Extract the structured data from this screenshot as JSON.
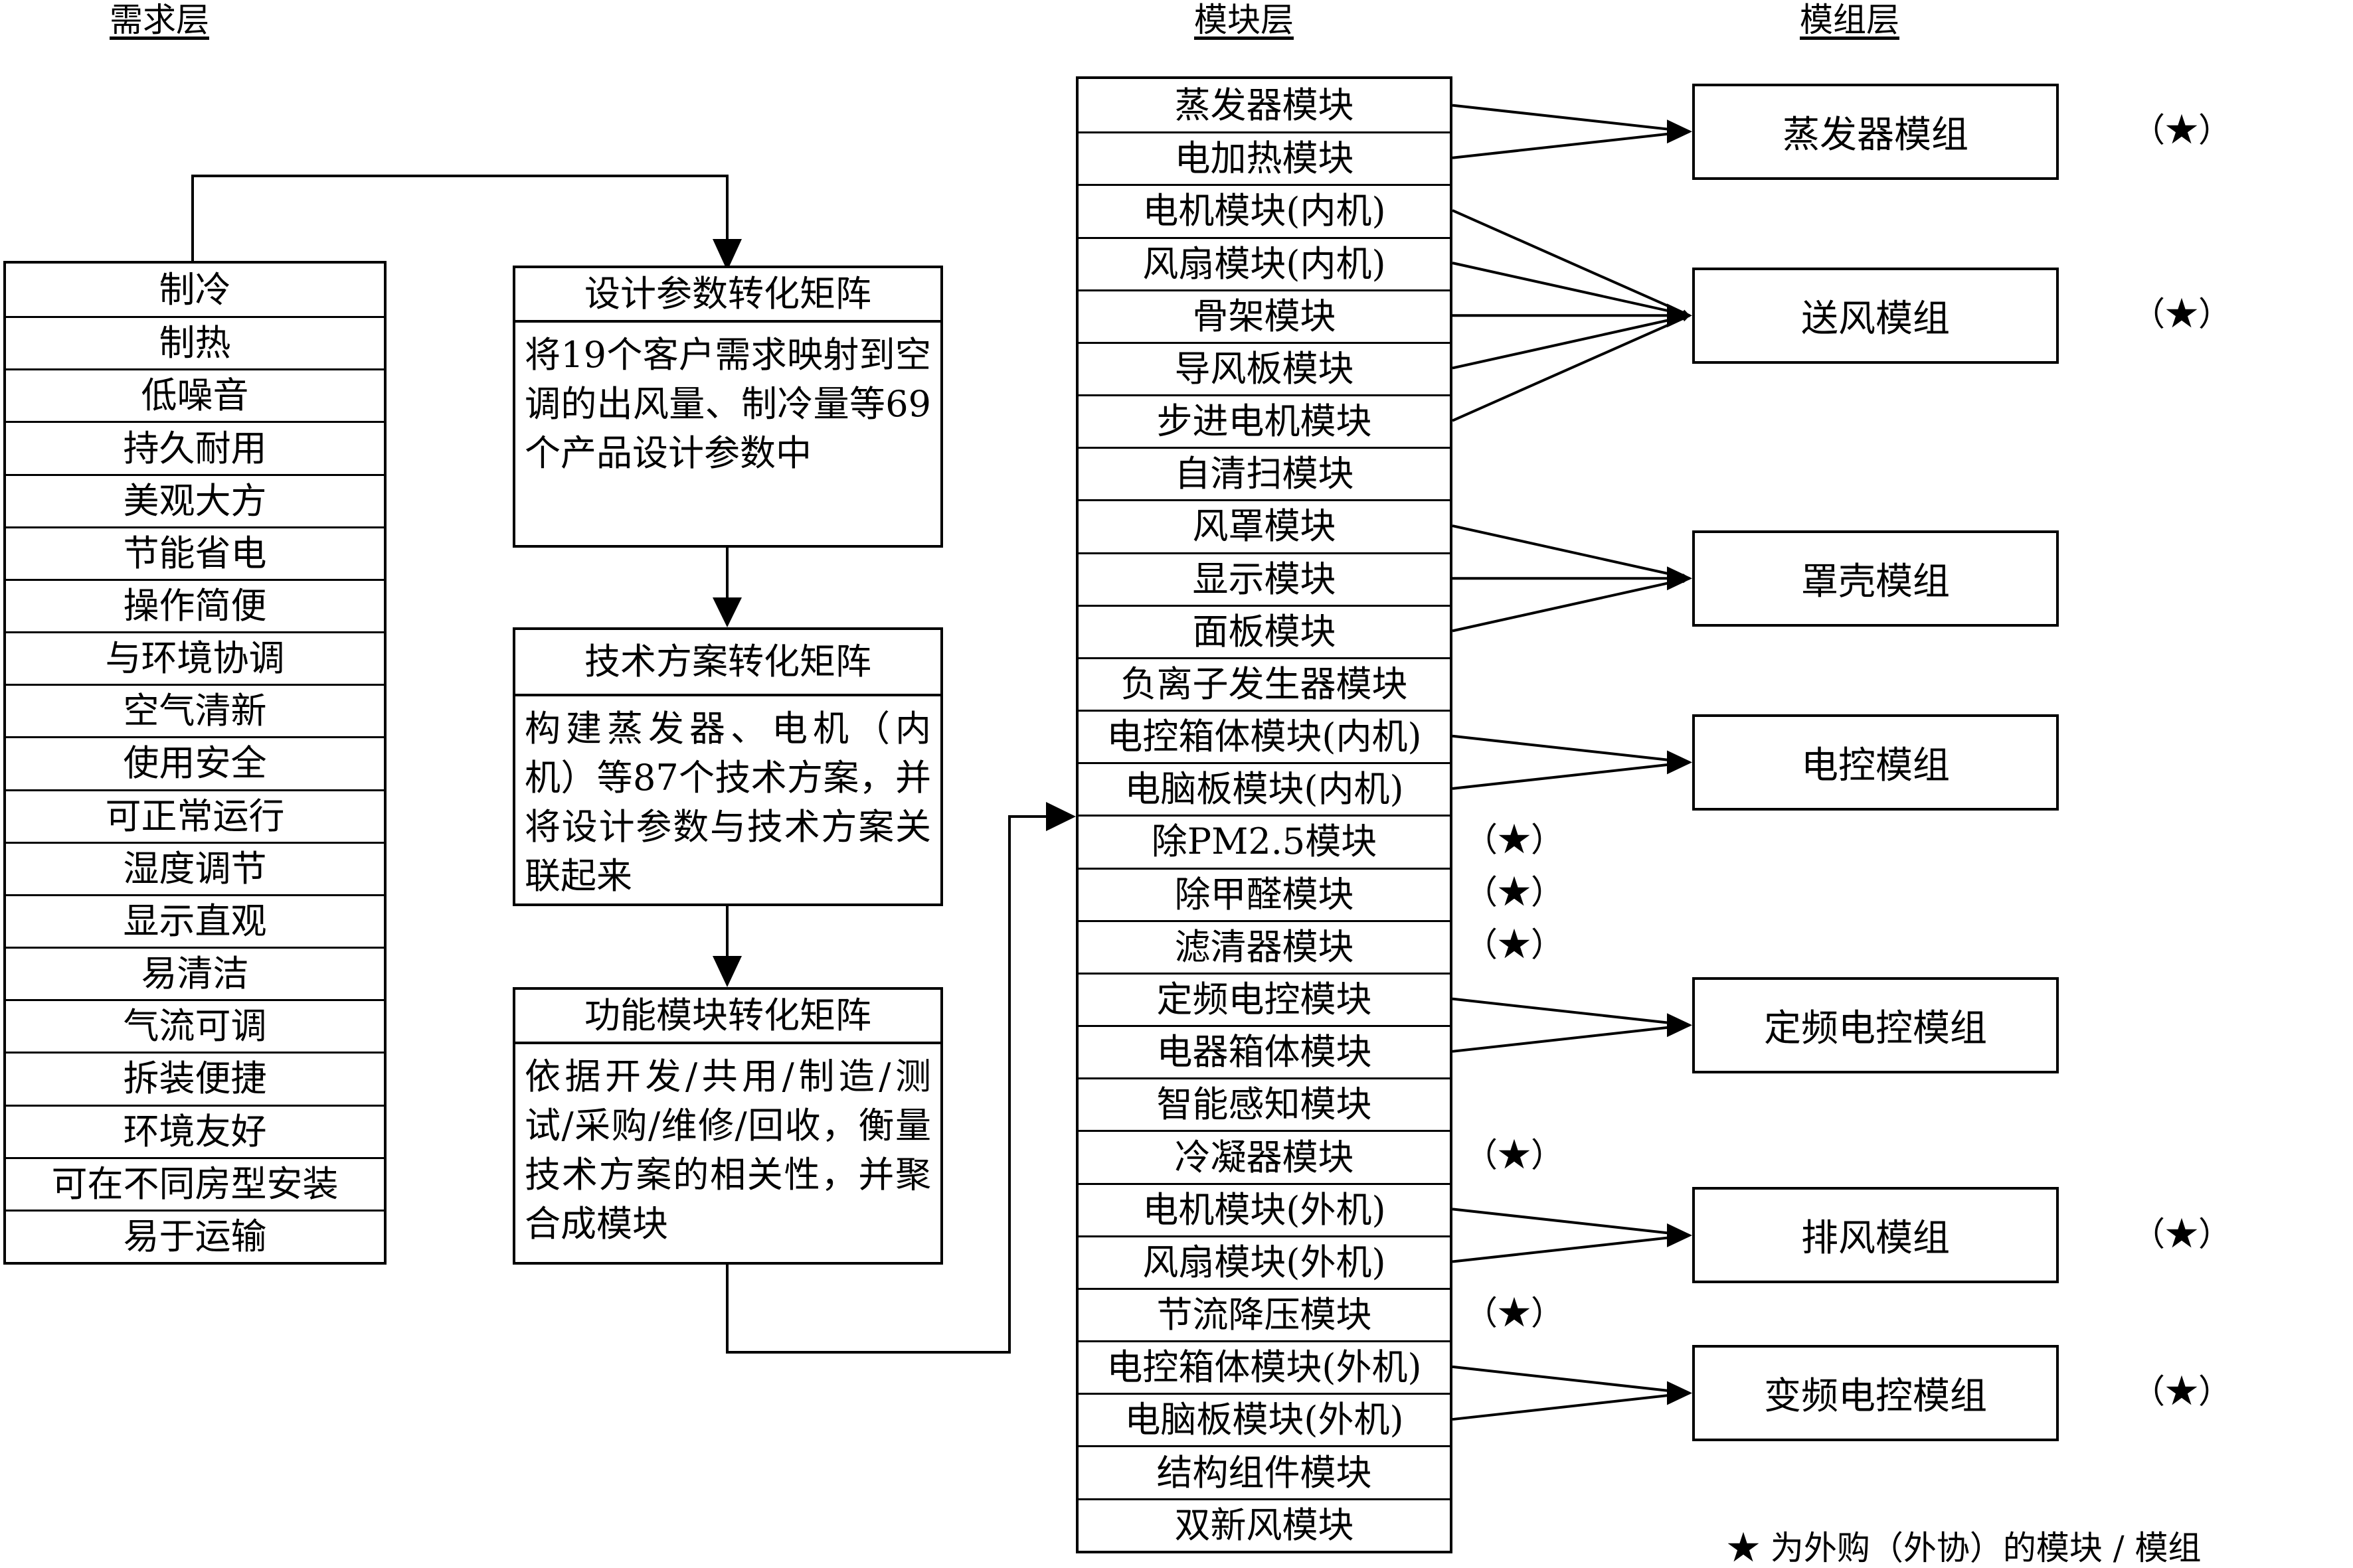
{
  "headers": {
    "demand": "需求层",
    "module": "模块层",
    "group": "模组层"
  },
  "demand_items": [
    "制冷",
    "制热",
    "低噪音",
    "持久耐用",
    "美观大方",
    "节能省电",
    "操作简便",
    "与环境协调",
    "空气清新",
    "使用安全",
    "可正常运行",
    "湿度调节",
    "显示直观",
    "易清洁",
    "气流可调",
    "拆装便捷",
    "环境友好",
    "可在不同房型安装",
    "易于运输"
  ],
  "process": [
    {
      "title": "设计参数转化矩阵",
      "body": "将19个客户需求映射到空调的出风量、制冷量等69个产品设计参数中"
    },
    {
      "title": "技术方案转化矩阵",
      "body": "构建蒸发器、电机（内机）等87个技术方案，并将设计参数与技术方案关联起来"
    },
    {
      "title": "功能模块转化矩阵",
      "body": "依据开发/共用/制造/测试/采购/维修/回收，衡量技术方案的相关性，并聚合成模块"
    }
  ],
  "modules": [
    "蒸发器模块",
    "电加热模块",
    "电机模块(内机)",
    "风扇模块(内机)",
    "骨架模块",
    "导风板模块",
    "步进电机模块",
    "自清扫模块",
    "风罩模块",
    "显示模块",
    "面板模块",
    "负离子发生器模块",
    "电控箱体模块(内机)",
    "电脑板模块(内机)",
    "除PM2.5模块",
    "除甲醛模块",
    "滤清器模块",
    "定频电控模块",
    "电器箱体模块",
    "智能感知模块",
    "冷凝器模块",
    "电机模块(外机)",
    "风扇模块(外机)",
    "节流降压模块",
    "电控箱体模块(外机)",
    "电脑板模块(外机)",
    "结构组件模块",
    "双新风模块"
  ],
  "module_marks": [
    {
      "module_index": 14,
      "text": "（★）"
    },
    {
      "module_index": 15,
      "text": "（★）"
    },
    {
      "module_index": 16,
      "text": "（★）"
    },
    {
      "module_index": 20,
      "text": "（★）"
    },
    {
      "module_index": 23,
      "text": "（★）"
    }
  ],
  "groups": [
    {
      "label": "蒸发器模组",
      "mark": "（★）",
      "sources": [
        0,
        1
      ]
    },
    {
      "label": "送风模组",
      "mark": "（★）",
      "sources": [
        2,
        3,
        4,
        5,
        6
      ]
    },
    {
      "label": "罩壳模组",
      "mark": "",
      "sources": [
        8,
        9,
        10
      ]
    },
    {
      "label": "电控模组",
      "mark": "",
      "sources": [
        12,
        13
      ]
    },
    {
      "label": "定频电控模组",
      "mark": "",
      "sources": [
        17,
        18
      ]
    },
    {
      "label": "排风模组",
      "mark": "（★）",
      "sources": [
        21,
        22
      ]
    },
    {
      "label": "变频电控模组",
      "mark": "（★）",
      "sources": [
        24,
        25
      ]
    }
  ],
  "legend": "★ 为外购（外协）的模块 / 模组"
}
